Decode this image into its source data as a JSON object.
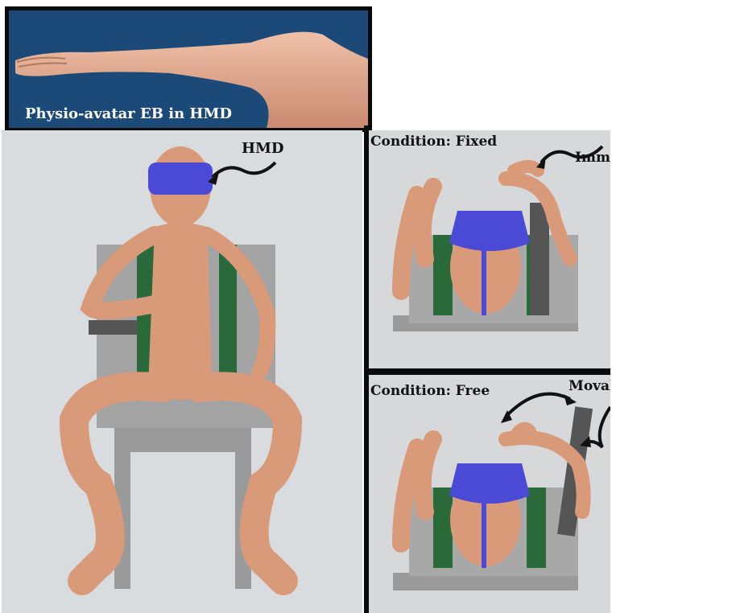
{
  "panels": {
    "top": {
      "caption": "Physio-avatar EB in HMD"
    },
    "left": {
      "label": "HMD"
    },
    "fixed": {
      "condition": "Condition: Fixed",
      "annotation": "Immobile forearm"
    },
    "free": {
      "condition": "Condition: Free",
      "annotation": "Movable forearm"
    }
  },
  "colors": {
    "top_background": "#1c4a78",
    "skin": "#d99a7a",
    "headset": "#4a4ad6",
    "strap": "#2a6a3a",
    "chair": "#9a9a9a"
  }
}
